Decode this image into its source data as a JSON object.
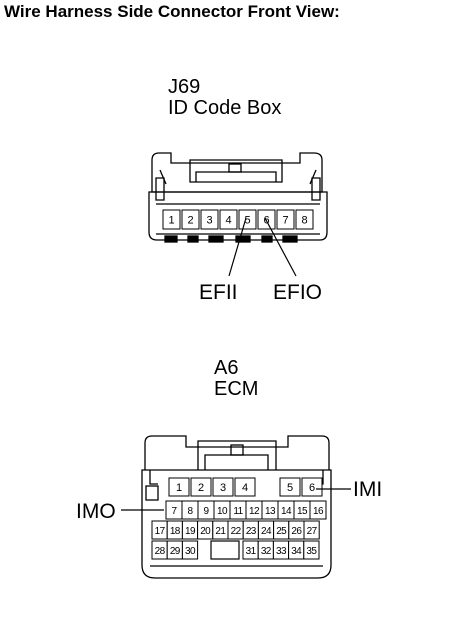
{
  "title": "Wire Harness Side Connector Front View:",
  "connectors": [
    {
      "id": "J69",
      "name": "ID Code Box",
      "pins": [
        "1",
        "2",
        "3",
        "4",
        "5",
        "6",
        "7",
        "8"
      ],
      "signals": [
        {
          "pin": "5",
          "label": "EFII"
        },
        {
          "pin": "6",
          "label": "EFIO"
        }
      ]
    },
    {
      "id": "A6",
      "name": "ECM",
      "rows": [
        [
          "1",
          "2",
          "3",
          "4",
          "5",
          "6"
        ],
        [
          "7",
          "8",
          "9",
          "10",
          "11",
          "12",
          "13",
          "14",
          "15",
          "16"
        ],
        [
          "17",
          "18",
          "19",
          "20",
          "21",
          "22",
          "23",
          "24",
          "25",
          "26",
          "27"
        ],
        [
          "28",
          "29",
          "30",
          "31",
          "32",
          "33",
          "34",
          "35"
        ]
      ],
      "signals": [
        {
          "pin": "7",
          "label": "IMO"
        },
        {
          "pin": "6",
          "label": "IMI"
        }
      ]
    }
  ]
}
